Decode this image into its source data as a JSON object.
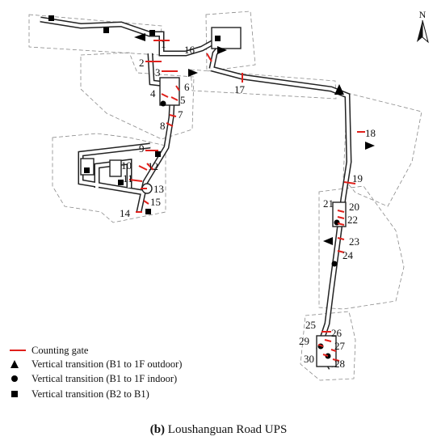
{
  "legend": {
    "gate": "Counting gate",
    "outdoor": "Vertical transition (B1 to 1F outdoor)",
    "indoor": "Vertical transition (B1 to 1F indoor)",
    "b2": "Vertical transition (B2 to B1)"
  },
  "caption": {
    "letter": "(b)",
    "title": "Loushanguan Road UPS"
  },
  "north_label": "N",
  "gates": [
    "1",
    "2",
    "3",
    "4",
    "5",
    "6",
    "7",
    "8",
    "9",
    "10",
    "11",
    "12",
    "13",
    "14",
    "15",
    "16",
    "17",
    "18",
    "19",
    "20",
    "21",
    "22",
    "23",
    "24",
    "25",
    "26",
    "27",
    "28",
    "29",
    "30"
  ],
  "colors": {
    "gate": "#e0201b",
    "corridor": "#222222",
    "boundary": "#8a8a8a"
  },
  "icons": {
    "outdoor": "triangle-marker",
    "indoor": "circle-marker",
    "b2": "square-marker",
    "north": "north-arrow-icon"
  }
}
